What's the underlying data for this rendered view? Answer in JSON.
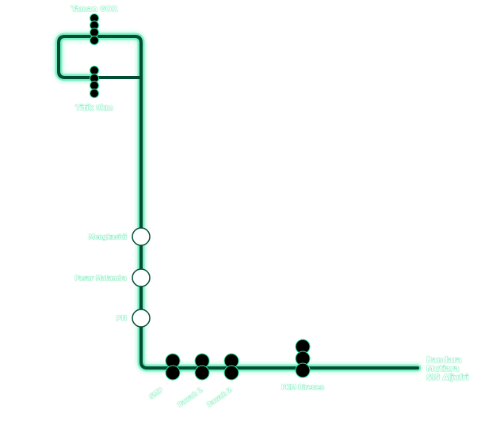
{
  "colors": {
    "line": "#004d33",
    "glow": "#2ee6a0",
    "stop_filled": "#000000",
    "stop_open": "#ffffff",
    "background": "#ffffff"
  },
  "stations": {
    "taman_gor": "Taman GOR",
    "titik_0km": "Titik 0km",
    "mengkasidi": "Mengkasidi",
    "pasar_matamba": "Pasar Matamba",
    "pti": "PTI",
    "smp": "SMP",
    "bawah_1": "Bawah 1",
    "bawah_2": "Bawah 2",
    "pkm_bireuen": "PKM Bireuen",
    "terminus_line1": "Bandara",
    "terminus_line2": "Mutiara",
    "terminus_line3": "SIS Aljufri"
  }
}
